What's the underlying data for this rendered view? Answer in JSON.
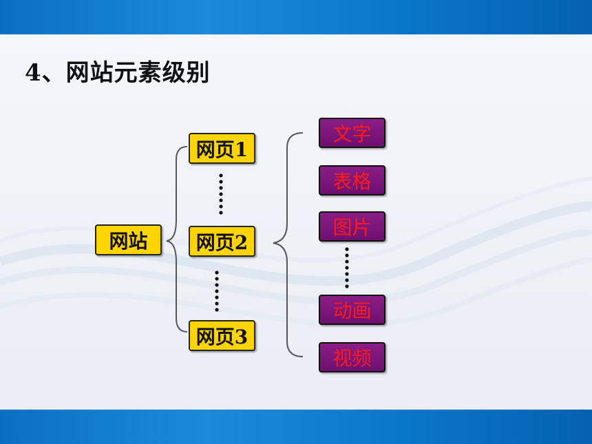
{
  "title": "4、网站元素级别",
  "root": {
    "label": "网站"
  },
  "pages": [
    {
      "label": "网页1"
    },
    {
      "label": "网页2"
    },
    {
      "label": "网页3"
    }
  ],
  "elements": [
    {
      "label": "文字"
    },
    {
      "label": "表格"
    },
    {
      "label": "图片"
    },
    {
      "label": "动画"
    },
    {
      "label": "视频"
    }
  ],
  "colors": {
    "band": "#0a6fc3",
    "yellow_box": "#ffd400",
    "purple_box": "#7a1679",
    "purple_text": "#ff1a1a"
  }
}
